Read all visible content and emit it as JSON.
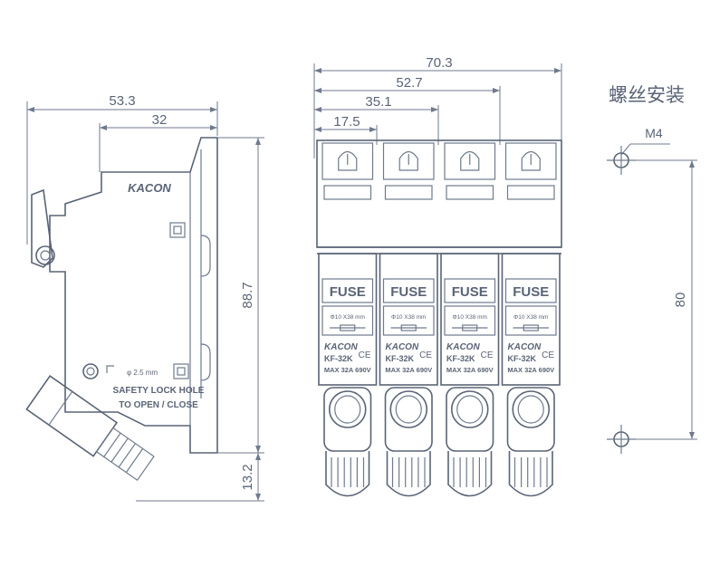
{
  "colors": {
    "line": "#5a6476",
    "dim": "#6f7a8c",
    "background": "#ffffff"
  },
  "side_view": {
    "dims": {
      "width_total": "53.3",
      "width_inner": "32",
      "height_main": "88.7",
      "height_lower": "13.2"
    },
    "brand": "KACON",
    "hole_label": "φ 2.5 mm",
    "lock_text_1": "SAFETY LOCK HOLE",
    "lock_text_2": "TO OPEN / CLOSE"
  },
  "front_view": {
    "dims": {
      "w4": "70.3",
      "w3": "52.7",
      "w2": "35.1",
      "w1": "17.5"
    },
    "poles": [
      {
        "fuse": "FUSE",
        "size": "Φ10 X38 mm",
        "brand": "KACON",
        "ce": "CE",
        "model": "KF-32K",
        "rating": "MAX 32A 690V"
      },
      {
        "fuse": "FUSE",
        "size": "Φ10 X38 mm",
        "brand": "KACON",
        "ce": "CE",
        "model": "KF-32K",
        "rating": "MAX 32A 690V"
      },
      {
        "fuse": "FUSE",
        "size": "Φ10 X38 mm",
        "brand": "KACON",
        "ce": "CE",
        "model": "KF-32K",
        "rating": "MAX 32A 690V"
      },
      {
        "fuse": "FUSE",
        "size": "Φ10 X38 mm",
        "brand": "KACON",
        "ce": "CE",
        "model": "KF-32K",
        "rating": "MAX 32A 690V"
      }
    ]
  },
  "mounting": {
    "title": "螺丝安装",
    "screw": "M4",
    "spacing": "80"
  }
}
